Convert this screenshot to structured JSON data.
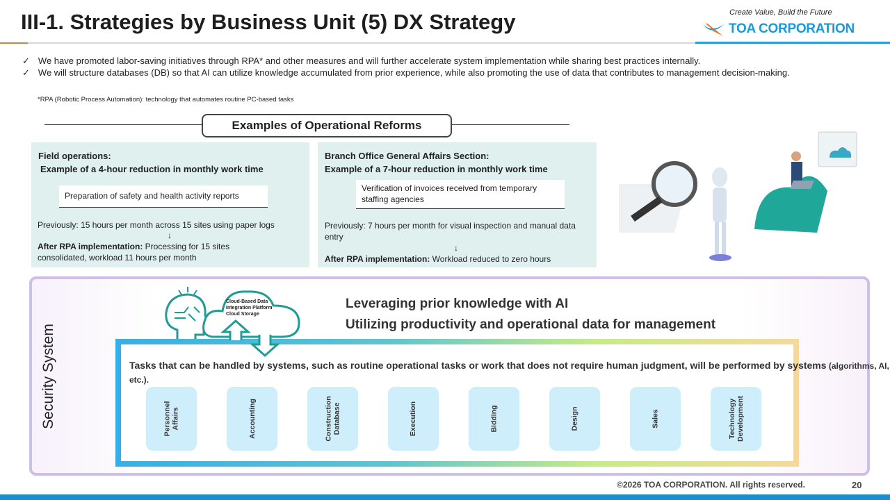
{
  "header": {
    "title": "III-1. Strategies by Business Unit (5) DX Strategy",
    "tagline": "Create Value, Build the Future",
    "logo_text": "TOA CORPORATION"
  },
  "bullets": [
    "We have promoted labor-saving initiatives through RPA* and other measures and will further accelerate system implementation while sharing best practices internally.",
    "We will structure databases (DB) so that AI can utilize knowledge accumulated from prior experience, while also promoting the use of data that contributes to management decision-making."
  ],
  "bullet_mark": "✓",
  "note": "*RPA (Robotic Process Automation):  technology that automates routine PC-based tasks",
  "examples": {
    "title": "Examples of Operational Reforms",
    "left": {
      "h1": "Field operations:",
      "h2": "Example of a 4-hour reduction in monthly work time",
      "task": "Preparation of safety and health activity reports",
      "before": "Previously: 15 hours per month across 15 sites using paper logs",
      "arrow": "↓",
      "after_label": "After RPA implementation:",
      "after": " Processing for 15 sites consolidated, workload 11 hours per month"
    },
    "right": {
      "h1": "Branch Office General Affairs Section:",
      "h2": "Example of a 7-hour reduction in monthly work time",
      "task": "Verification of invoices received from temporary staffing agencies",
      "before": "Previously: 7 hours per month for visual inspection and manual data entry",
      "arrow": "↓",
      "after_label": "After RPA implementation:",
      "after": " Workload reduced to zero hours"
    }
  },
  "system": {
    "label": "Security System",
    "cloud": "Cloud-Based Data\nIntegration Platform\nCloud Storage",
    "line1": "Leveraging prior knowledge with AI",
    "line2": "Utilizing productivity and operational data for management",
    "tasks_bold": "Tasks that can be handled by systems, such as routine operational tasks or work that does not require human judgment, will be performed by systems",
    "tasks_paren": " (algorithms, AI, etc.).",
    "units": [
      "Personnel\nAffairs",
      "Accounting",
      "Construction\nDatabase",
      "Execution",
      "Bidding",
      "Design",
      "Sales",
      "Technology\nDevelopment"
    ]
  },
  "footer": {
    "copyright": "©2026 TOA CORPORATION. All rights reserved.",
    "page": "20"
  }
}
